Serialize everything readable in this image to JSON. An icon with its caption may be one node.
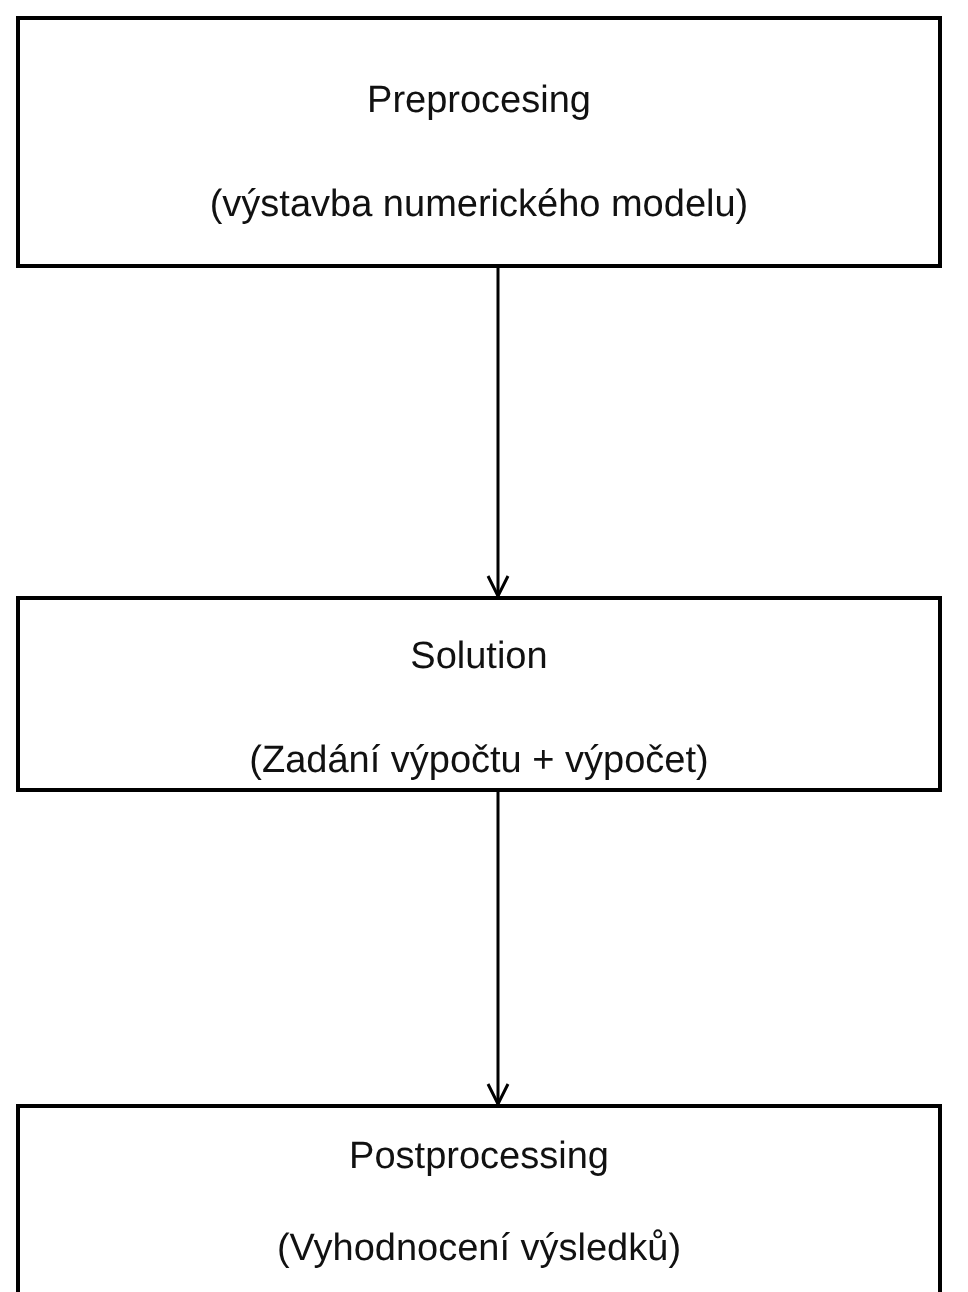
{
  "diagram": {
    "nodes": [
      {
        "text": [
          "Preprocesing",
          "(výstavba numerického modelu)"
        ]
      },
      {
        "text": [
          "Solution",
          "(Zadání výpočtu + výpočet)"
        ]
      },
      {
        "text": [
          "Postprocessing",
          "(Vyhodnocení výsledků)"
        ]
      }
    ],
    "edges": [
      {
        "from": 0,
        "to": 1,
        "arrow": "to"
      },
      {
        "from": 1,
        "to": 2,
        "arrow": "to"
      }
    ]
  }
}
